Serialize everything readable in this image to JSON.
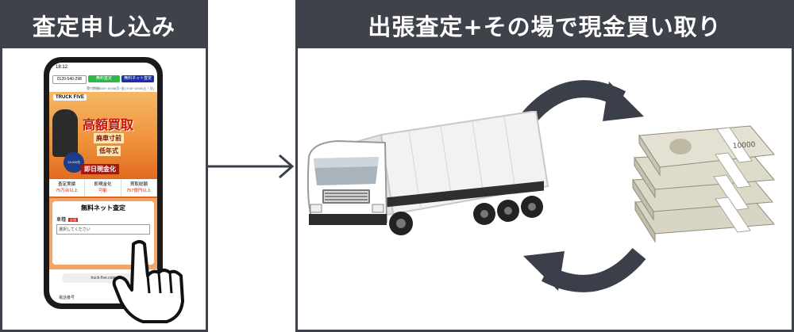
{
  "left": {
    "title": "査定申し込み"
  },
  "right": {
    "title": "出張査定+その場で現金買い取り"
  },
  "phone": {
    "time": "18:12",
    "phone_button": "0120-540-298",
    "line_button": "無料査定",
    "net_button": "無料ネット査定",
    "hours": "受付時間8:00~19:00(月~金) 9:00~18:00(土・日)",
    "logo": "TRUCK FIVE",
    "catch": "高額買取",
    "subcatch_1": "廃車寸前",
    "subcatch_2": "低年式",
    "badge": "13,000台",
    "banner": "即日現金化",
    "stats": [
      {
        "label": "査定実績",
        "value": "75万台以上"
      },
      {
        "label": "即現金化",
        "value": "可能"
      },
      {
        "label": "買取総額",
        "value": "757億円以上"
      }
    ],
    "form_title": "無料ネット査定",
    "field_label": "車種",
    "required": "必須",
    "select_placeholder": "選択してください",
    "url": "truck-five.com",
    "phone_field": "電話番号"
  },
  "colors": {
    "panel": "#3f424b",
    "accent": "#e26a1f",
    "arrow": "#3a3f4a"
  },
  "money": {
    "note_text": "10000"
  }
}
